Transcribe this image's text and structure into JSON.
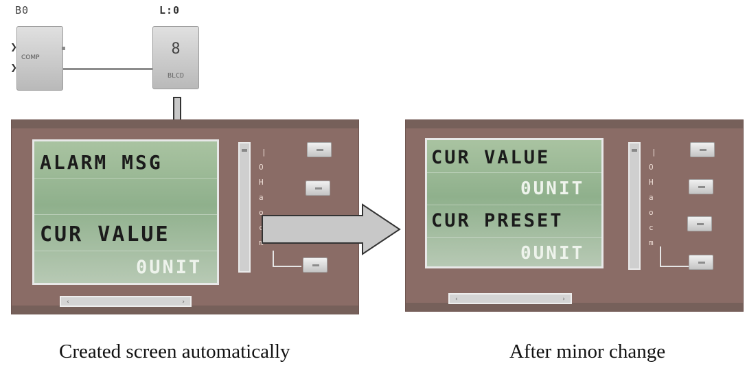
{
  "function_blocks": {
    "compare_block": {
      "label": "B0",
      "text": "COMP"
    },
    "display_block": {
      "label": "L:0",
      "value": "8",
      "sublabel": "BLCD"
    }
  },
  "screens": {
    "left": {
      "lines": [
        "ALARM MSG",
        "",
        "CUR VALUE",
        "0UNIT"
      ]
    },
    "right": {
      "lines": [
        "CUR VALUE",
        "0UNIT",
        "CUR PRESET",
        "0UNIT"
      ]
    }
  },
  "captions": {
    "left": "Created screen automatically",
    "right": "After minor change"
  },
  "colors": {
    "panel": "#8a6c66",
    "lcd": "#9fbb98",
    "lcd_text": "#1b1b1b",
    "lcd_unit_text": "#eef3ec",
    "arrow_fill": "#c8c8c8",
    "arrow_stroke": "#333333"
  },
  "icons": [
    "down-arrow-icon",
    "right-arrow-icon",
    "input-pin-icon"
  ]
}
